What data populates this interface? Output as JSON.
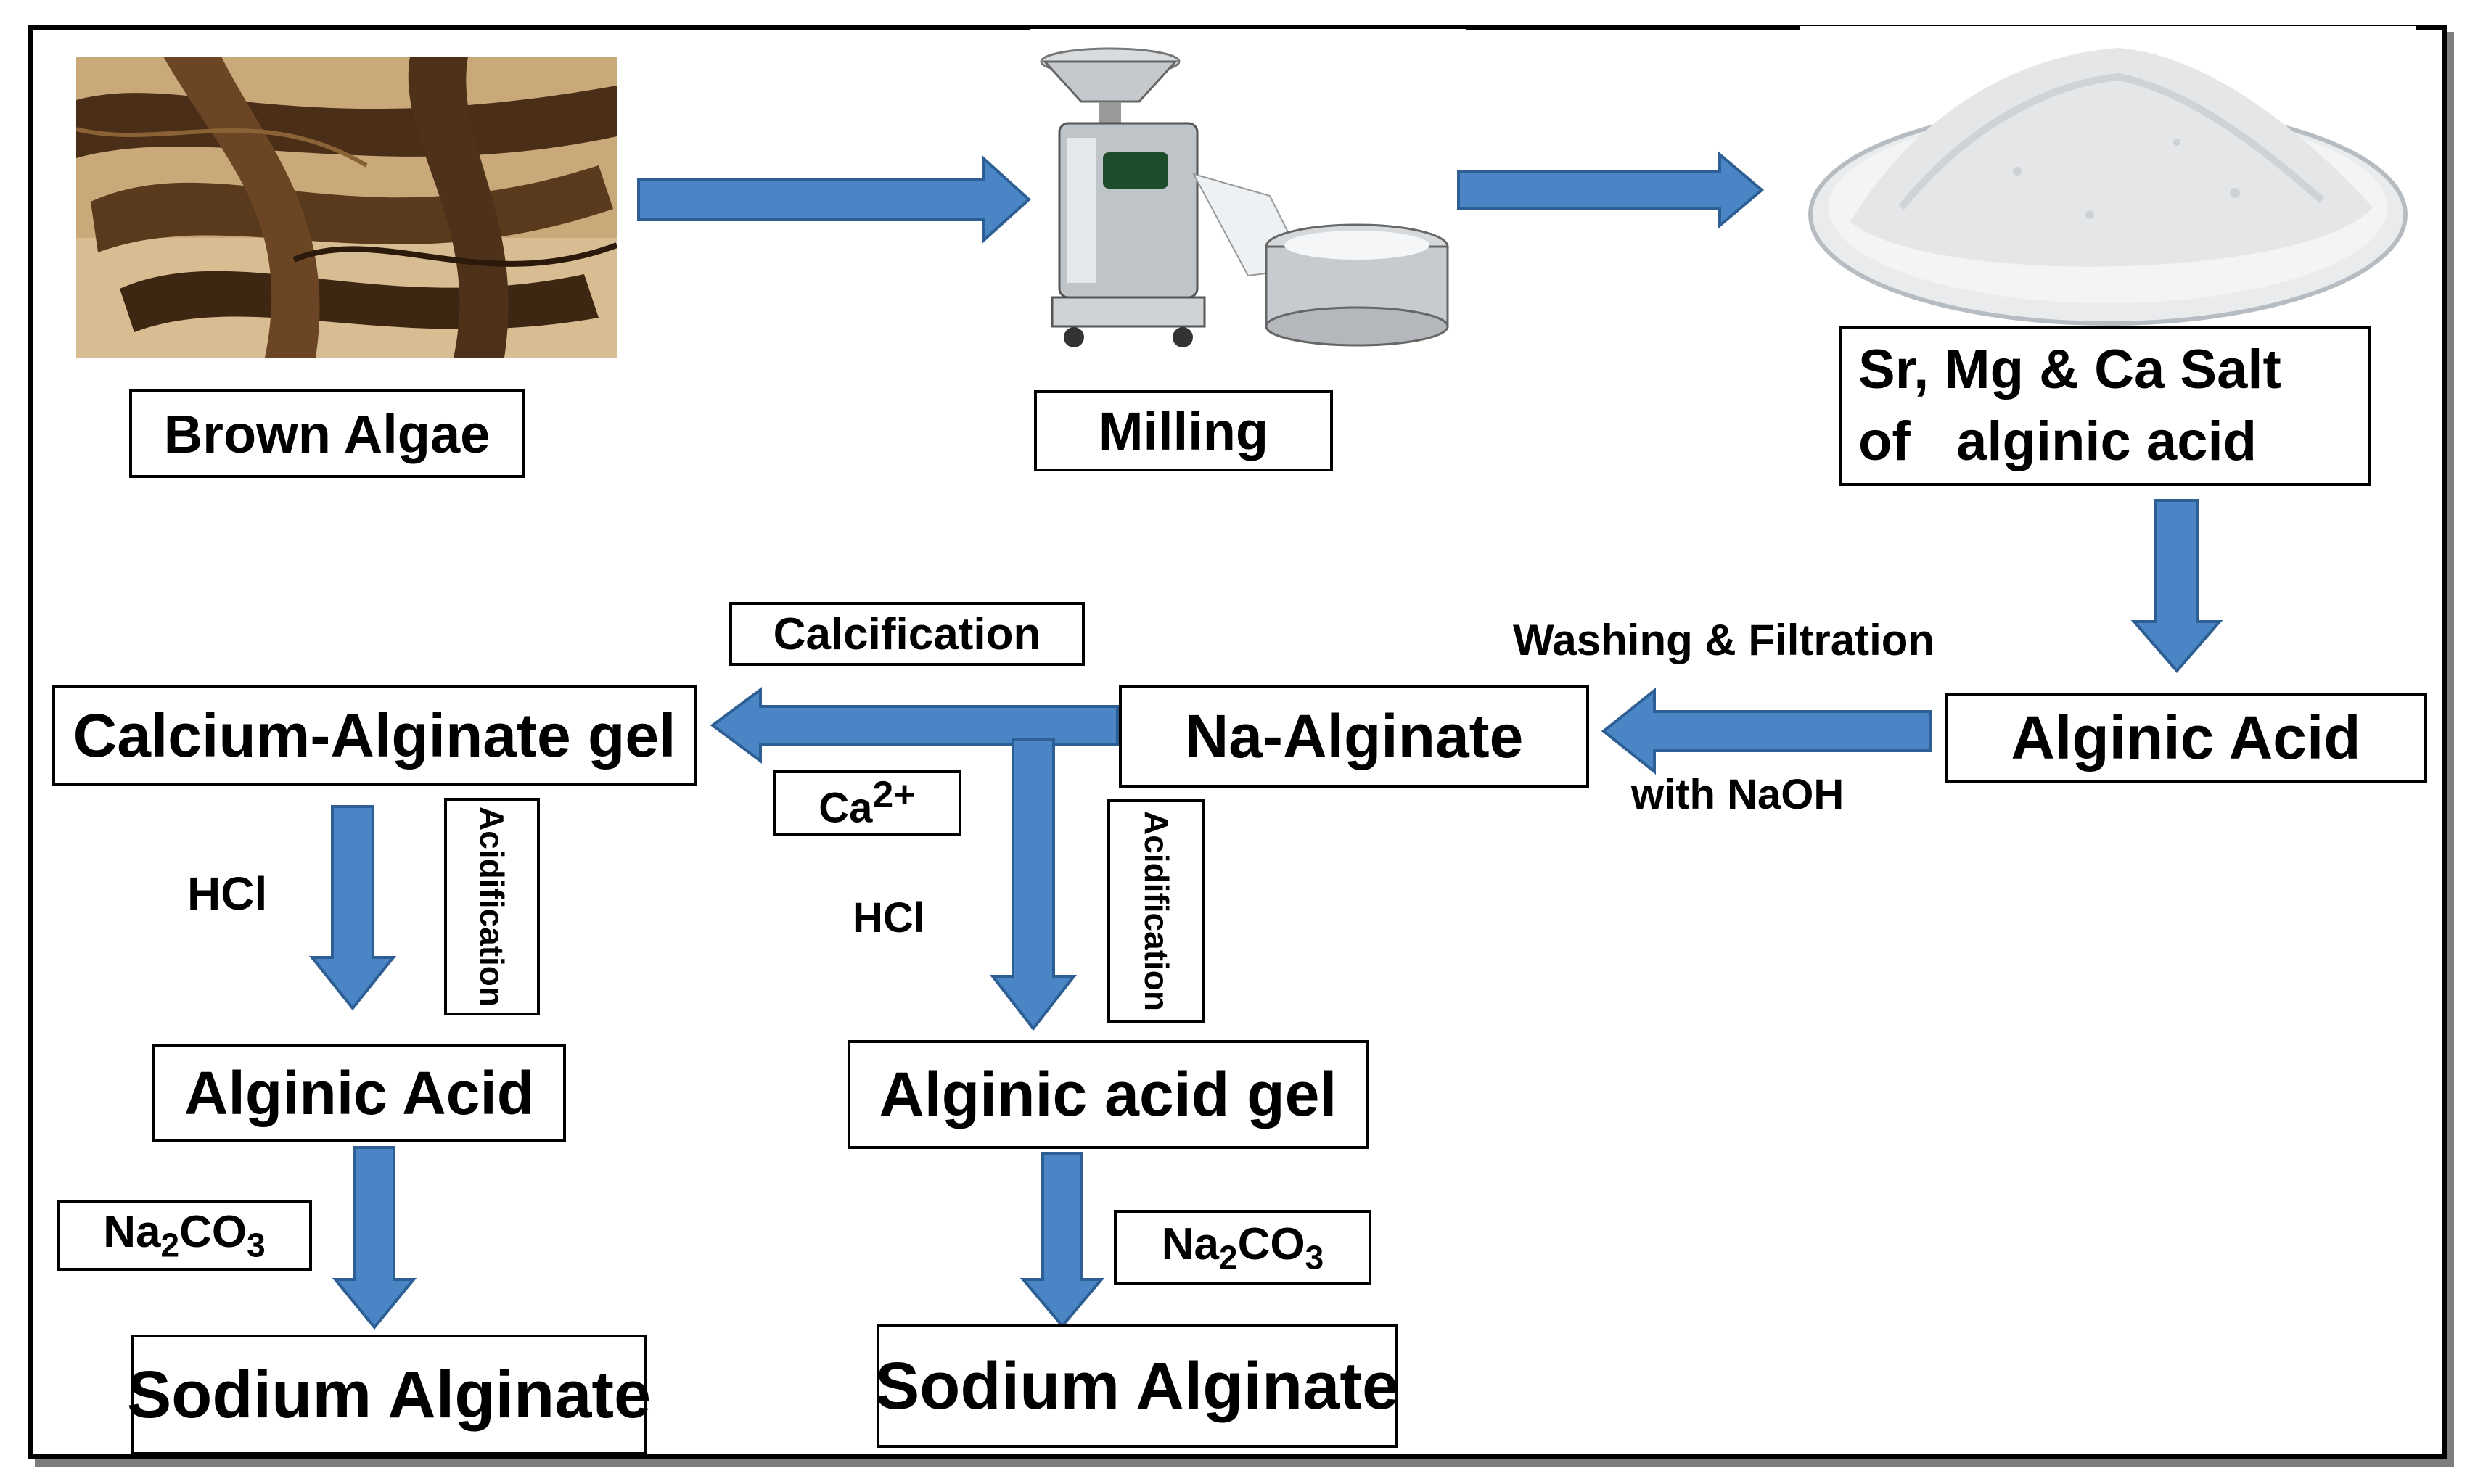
{
  "nodes": {
    "brown_algae": "Brown Algae",
    "milling": "Milling",
    "salt_line1": "Sr, Mg & Ca Salt",
    "salt_line2": "of   alginic acid",
    "alginic_acid_top": "Alginic Acid",
    "na_alginate": "Na-Alginate",
    "calcium_alginate_gel": "Calcium-Alginate gel",
    "alginic_acid_left": "Alginic Acid",
    "alginic_acid_gel": "Alginic acid gel",
    "sodium_alginate_left": "Sodium Alginate",
    "sodium_alginate_right": "Sodium Alginate"
  },
  "labels": {
    "washing_filtration": "Washing & Filtration",
    "with_naoh": "with NaOH",
    "calcification": "Calcification",
    "ca_base": "Ca",
    "ca_sup": "2+",
    "hcl_left": "HCl",
    "hcl_mid": "HCl",
    "acidification_left": "Acidification",
    "acidification_mid": "Acidification",
    "na2co3_left_a": "Na",
    "na2co3_left_b": "2",
    "na2co3_left_c": "CO",
    "na2co3_left_d": "3",
    "na2co3_right_a": "Na",
    "na2co3_right_b": "2",
    "na2co3_right_c": "CO",
    "na2co3_right_d": "3"
  },
  "colors": {
    "arrow_fill": "#4a86c5",
    "arrow_stroke": "#2d5f94"
  },
  "images": {
    "brown_algae_photo": "seaweed-photo",
    "milling_photo": "mill-machine-photo",
    "powder_photo": "petri-dish-powder-photo"
  }
}
